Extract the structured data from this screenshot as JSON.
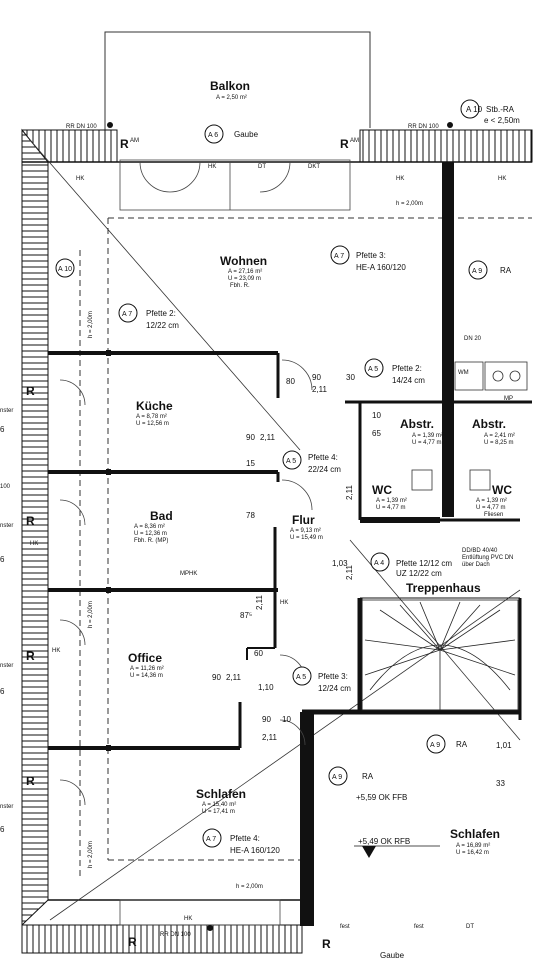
{
  "rooms": {
    "balkon": {
      "name": "Balkon",
      "area": "A = 2,50 m²"
    },
    "wohnen": {
      "name": "Wohnen",
      "area": "A = 27,16 m²",
      "perimeter": "U = 23,09 m",
      "floor": "Fbh. R."
    },
    "kueche": {
      "name": "Küche",
      "area": "A = 8,78 m²",
      "perimeter": "U = 12,56 m"
    },
    "bad": {
      "name": "Bad",
      "area": "A = 8,36 m²",
      "perimeter": "U = 12,36 m",
      "floor": "Fbh. R. (MP)"
    },
    "flur": {
      "name": "Flur",
      "area": "A = 9,13 m²",
      "perimeter": "U = 15,49 m"
    },
    "office": {
      "name": "Office",
      "area": "A = 11,26 m²",
      "perimeter": "U = 14,36 m"
    },
    "schlafen1": {
      "name": "Schlafen",
      "area": "A = 15,40 m²",
      "perimeter": "U = 17,41 m"
    },
    "abstr1": {
      "name": "Abstr.",
      "area": "A = 1,39 m²",
      "perimeter": "U = 4,77 m"
    },
    "abstr2": {
      "name": "Abstr.",
      "area": "A = 2,41 m²",
      "perimeter": "U = 8,25 m"
    },
    "wc1": {
      "name": "WC",
      "area": "A = 1,39 m²",
      "perimeter": "U = 4,77 m"
    },
    "wc2": {
      "name": "WC",
      "area": "A = 1,39 m²",
      "perimeter": "U = 4,77 m",
      "note": "Fliesen"
    },
    "treppenhaus": {
      "name": "Treppenhaus"
    },
    "schlafen2": {
      "name": "Schlafen",
      "area": "A = 16,89 m²",
      "perimeter": "U = 16,42 m"
    }
  },
  "labels": {
    "gaube_top": "Gaube",
    "gaube_bottom": "Gaube",
    "rr_top_left": "RR DN 100",
    "rr_top_right": "RR DN 100",
    "rr_bottom": "RR DN 100",
    "stb": "Stb.-RA",
    "stb_height": "e < 2,50m",
    "pfette3_top": "Pfette 3:",
    "pfette3_top_val": "HE-A 160/120",
    "pfette2_left": "Pfette 2:",
    "pfette2_left_val": "12/22 cm",
    "pfette2_mid": "Pfette 2:",
    "pfette2_mid_val": "14/24 cm",
    "pfette4_mid": "Pfette 4:",
    "pfette4_mid_val": "22/24 cm",
    "pfette12": "Pfette 12/12 cm",
    "uz": "UZ 12/22 cm",
    "pfette3_low": "Pfette 3:",
    "pfette3_low_val": "12/24 cm",
    "pfette4_bottom": "Pfette 4:",
    "pfette4_bottom_val": "HE-A 160/120",
    "dn20": "DN 20",
    "wm": "WM",
    "mp": "MP",
    "luft": "DD/BD 40/40",
    "entl": "Entlüftung PVC DN",
    "ueber": "über Dach",
    "ok_ffb": "+5,59 OK FFB",
    "ok_rfb": "+5,49 OK RFB",
    "h200_top": "h = 2,00m",
    "h200_bottom": "h = 2,00m",
    "h200_v1": "h = 2,00m",
    "h200_v2": "h = 2,00m",
    "h200_v3": "h = 2,00m",
    "ra": "RA",
    "ram": "AM",
    "hk": "HK",
    "dt": "DT",
    "dkt": "DKT",
    "fest": "fest",
    "mphk": "MPHK",
    "fenster": "nster",
    "r": "R"
  },
  "tags": {
    "a10": "A 10",
    "a9": "A 9",
    "a7": "A 7",
    "a6": "A 6",
    "a5": "A 5",
    "a4": "A 4"
  },
  "dims": {
    "d80": "80",
    "d211": "2,11",
    "d90": "90",
    "d30": "30",
    "d10": "10",
    "d65": "65",
    "d15": "15",
    "d78": "78",
    "d103": "1,03",
    "d875": "87⁵",
    "d60": "60",
    "d110": "1,10",
    "d101": "1,01",
    "d33": "33"
  },
  "edge": {
    "e1": "6",
    "e2": "100"
  }
}
